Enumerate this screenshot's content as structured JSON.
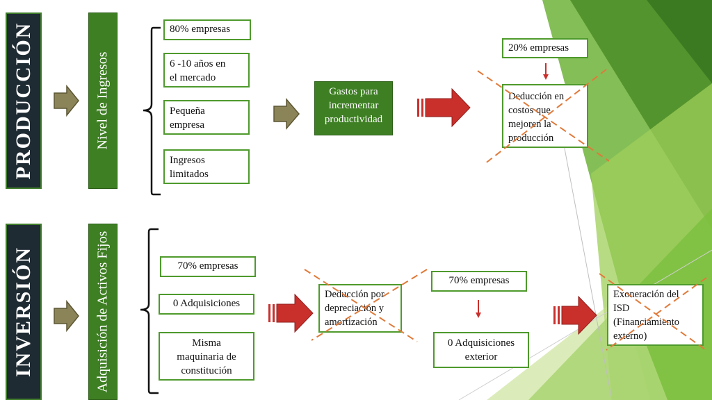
{
  "colors": {
    "side_bg": "#1f2b33",
    "category_bg": "#3d7f22",
    "box_border": "#4e9a2c",
    "gray_arrow": "#8c8459",
    "red_arrow": "#c9302c",
    "cross": "#e07a3a"
  },
  "produccion": {
    "title": "PRODUCCIÓN",
    "category": "Nivel de Ingresos",
    "items": [
      "80% empresas",
      "6 -10 años en\nel mercado",
      "Pequeña\nempresa",
      "Ingresos\nlimitados"
    ],
    "result": "Gastos para\nincrementar\nproductividad",
    "stat": "20% empresas",
    "deduction": "Deducción en\ncostos que\nmejoren la\nproducción"
  },
  "inversion": {
    "title": "INVERSIÓN",
    "category": "Adquisición de Activos\nFijos",
    "items": [
      "70% empresas",
      "0 Adquisiciones",
      "Misma\nmaquinaria de\nconstitución"
    ],
    "deduction": "Deducción por\ndepreciación y\namortización",
    "stat": "70% empresas",
    "stat_result": "0 Adquisiciones\nexterior",
    "exoneration": "Exoneración del\nISD\n(Financiamiento\nexterno)"
  }
}
